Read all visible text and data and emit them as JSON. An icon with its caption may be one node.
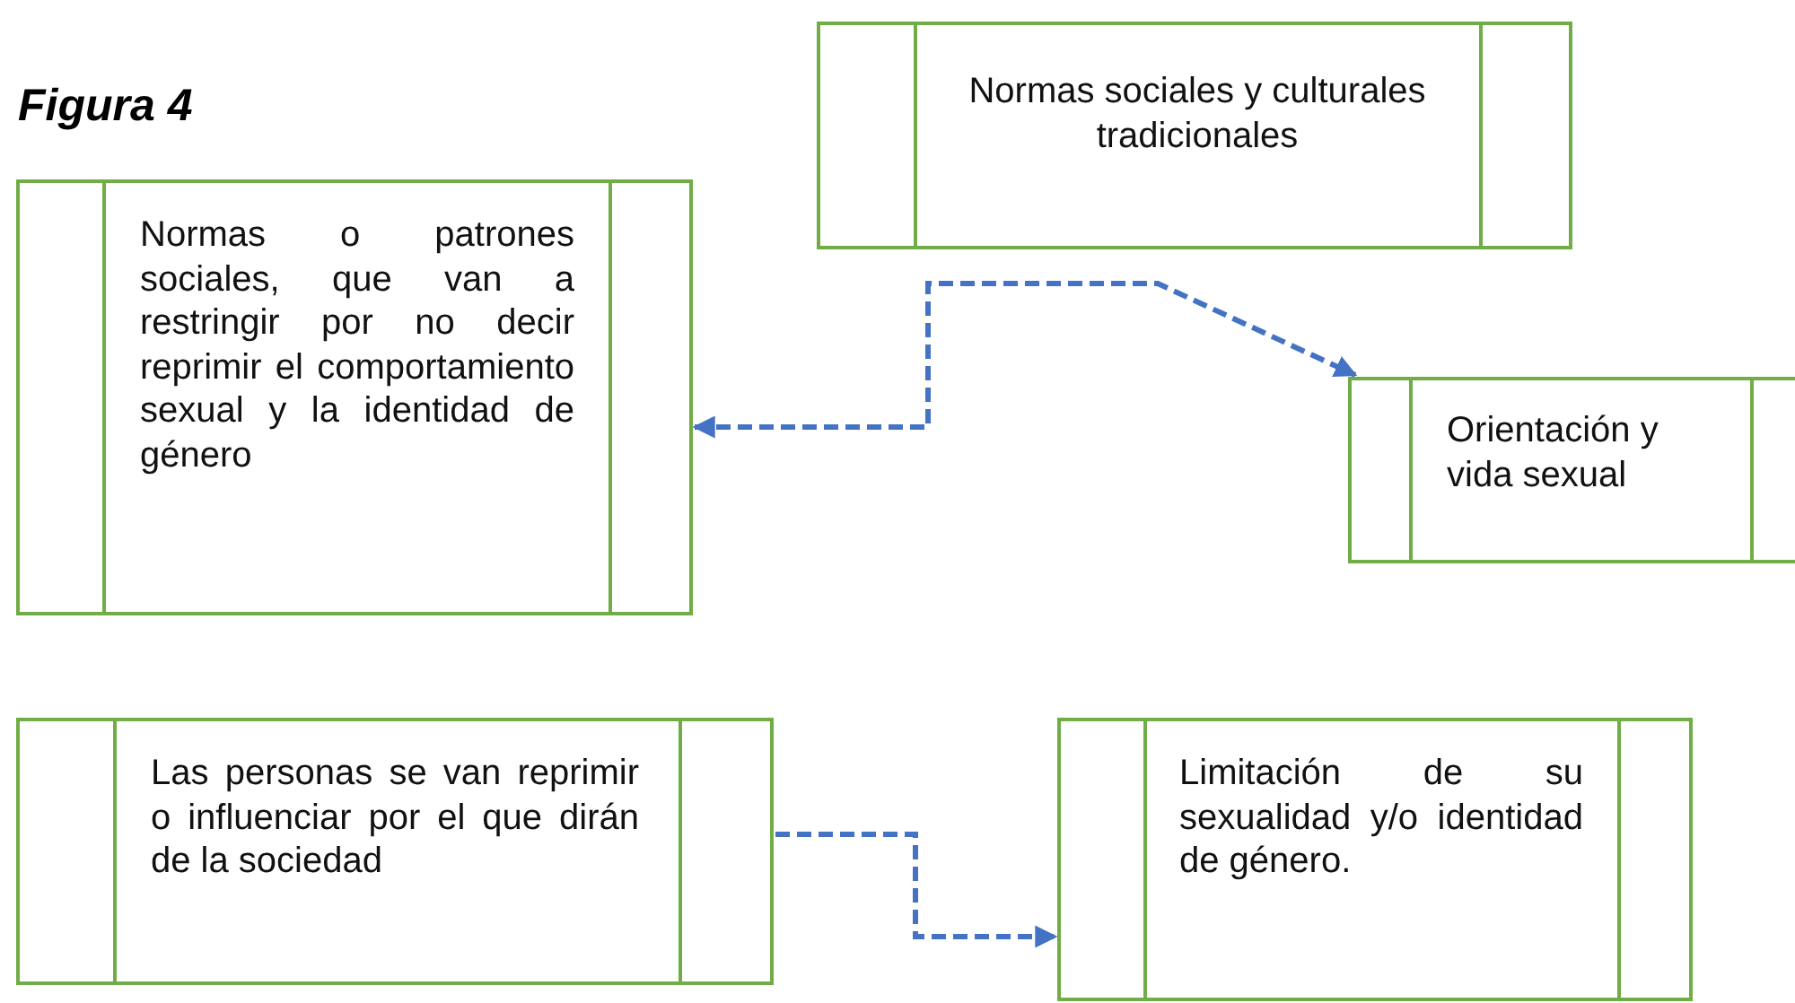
{
  "diagram": {
    "title": "Figura 4",
    "nodes": [
      {
        "text": [
          "Normas sociales y culturales tradicionales"
        ]
      },
      {
        "text": [
          "Normas o patrones sociales, que van a restringir por no decir reprimir el comportamiento sexual y la identidad de género"
        ]
      },
      {
        "text": [
          "Orientación y vida sexual"
        ]
      },
      {
        "text": [
          "Las personas se van reprimir o influenciar por el que dirán de la sociedad"
        ]
      },
      {
        "text": [
          "Limitación de su sexualidad y/o identidad de género."
        ]
      }
    ],
    "edges": [
      {
        "from": 1,
        "to": 2,
        "arrow": "both",
        "style": "dashed"
      },
      {
        "from": 3,
        "to": 4,
        "arrow": "to",
        "style": "dashed"
      }
    ]
  }
}
